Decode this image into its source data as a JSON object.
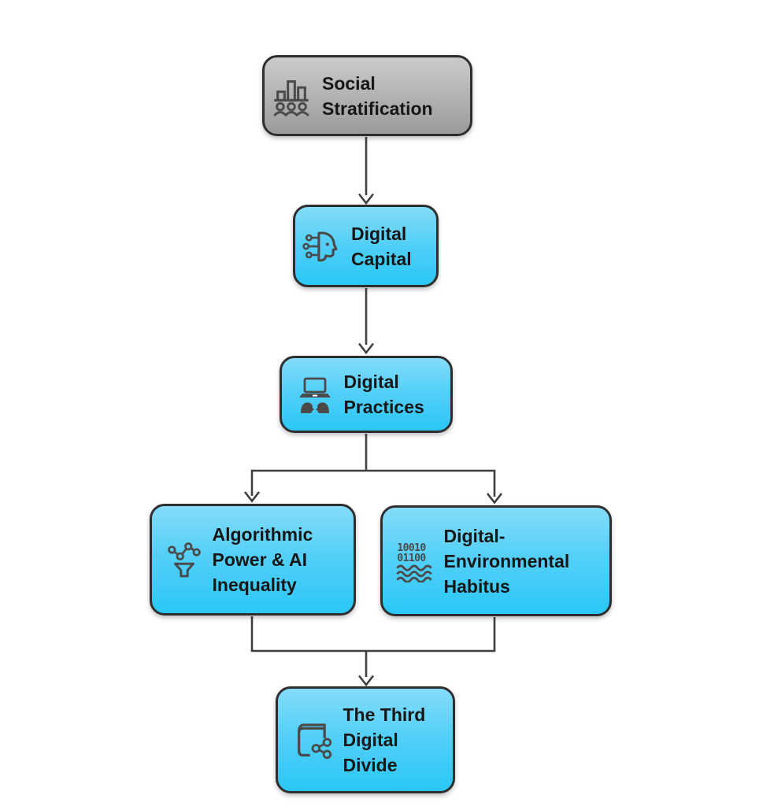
{
  "diagram": {
    "type": "flowchart",
    "background": "#ffffff",
    "nodes": [
      {
        "id": "social-stratification",
        "label": "Social Stratification",
        "icon": "bar-chart-people-icon",
        "variant": "gray"
      },
      {
        "id": "digital-capital",
        "label": "Digital Capital",
        "icon": "circuit-head-icon",
        "variant": "blue"
      },
      {
        "id": "digital-practices",
        "label": "Digital Practices",
        "icon": "laptop-users-icon",
        "variant": "blue"
      },
      {
        "id": "algorithmic-power-ai-inequality",
        "label": "Algorithmic Power & AI Inequality",
        "icon": "network-funnel-icon",
        "variant": "blue"
      },
      {
        "id": "digital-environmental-habitus",
        "label": "Digital-Environmental Habitus",
        "icon": "binary-waves-icon",
        "variant": "blue",
        "icon_text": {
          "line1": "10010",
          "line2": "01100"
        }
      },
      {
        "id": "the-third-digital-divide",
        "label": "The Third Digital Divide",
        "icon": "book-share-icon",
        "variant": "blue"
      }
    ],
    "edges": [
      {
        "from": "social-stratification",
        "to": "digital-capital"
      },
      {
        "from": "digital-capital",
        "to": "digital-practices"
      },
      {
        "from": "digital-practices",
        "to": "algorithmic-power-ai-inequality"
      },
      {
        "from": "digital-practices",
        "to": "digital-environmental-habitus"
      },
      {
        "from": "algorithmic-power-ai-inequality",
        "to": "the-third-digital-divide"
      },
      {
        "from": "digital-environmental-habitus",
        "to": "the-third-digital-divide"
      }
    ],
    "colors": {
      "node_blue_top": "#84dcf9",
      "node_blue_bottom": "#2ac7f6",
      "node_gray_top": "#cbcbcb",
      "node_gray_bottom": "#9b9b9b",
      "node_border": "#2e2e2e",
      "arrow": "#3f3f3f",
      "icon": "#4a4a4a",
      "text": "#161616"
    }
  }
}
